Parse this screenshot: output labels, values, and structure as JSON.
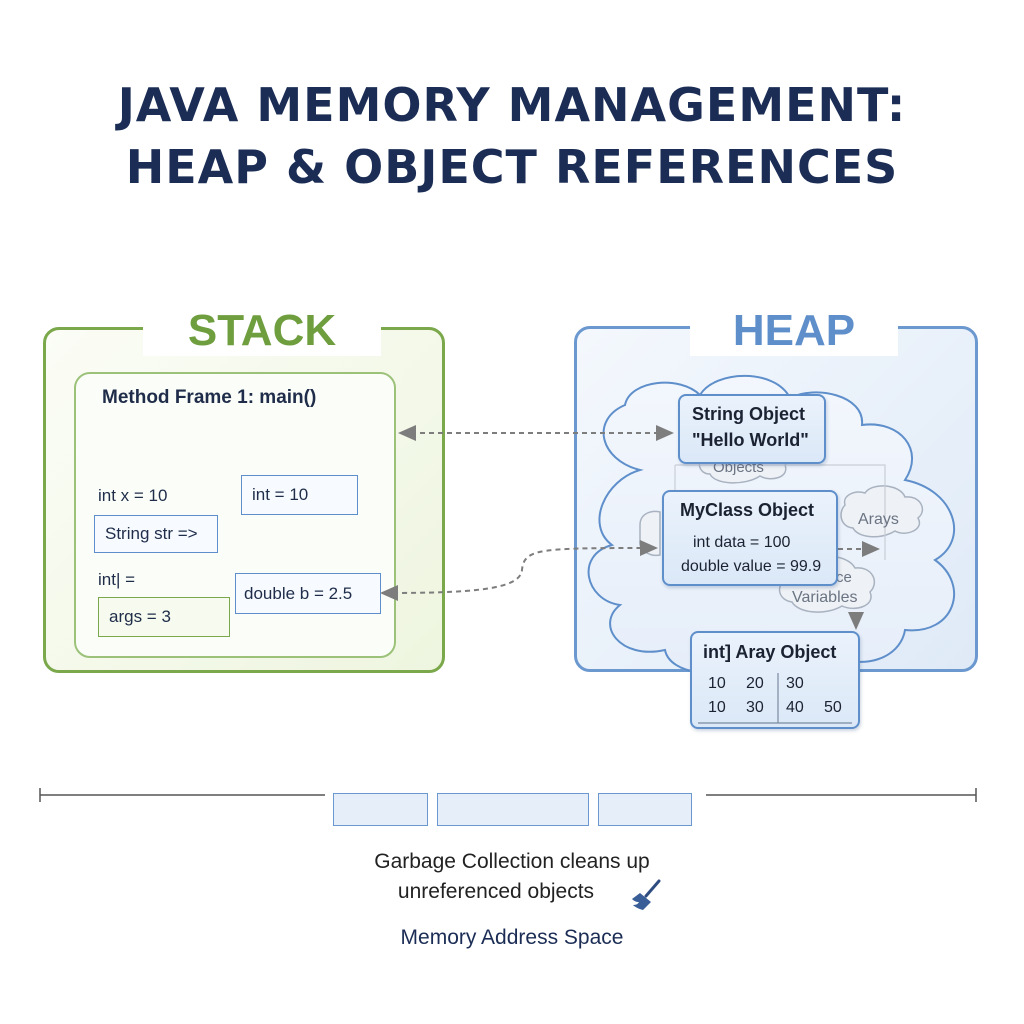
{
  "title": {
    "line1": "JAVA MEMORY MANAGEMENT:",
    "line2": "HEAP & OBJECT REFERENCES"
  },
  "stack": {
    "label": "STACK",
    "frame_title": "Method Frame 1: main()",
    "int_x": "int x = 10",
    "int_box": "int = 10",
    "string_str": "String str =>",
    "int_array_label": "int| =",
    "double_b": "double b = 2.5",
    "args": "args = 3"
  },
  "heap": {
    "label": "HEAP",
    "string_object": {
      "title": "String Object",
      "value": "\"Hello World\""
    },
    "objects_label": "Objects",
    "myclass_object": {
      "title": "MyClass Object",
      "field1": "int data = 100",
      "field2": "double value = 99.9"
    },
    "arrays_label": "Arays",
    "instance_variables_label": {
      "partial": "ce",
      "word": "Variables"
    },
    "array_object": {
      "title": "int] Aray Object",
      "row1": [
        "10",
        "20",
        "30"
      ],
      "row2": [
        "10",
        "30",
        "40",
        "50"
      ]
    }
  },
  "bottom": {
    "gc_line1": "Garbage Collection cleans up",
    "gc_line2": "unreferenced objects",
    "memory_address_space": "Memory Address Space"
  },
  "icons": {
    "gc": "broom-icon"
  },
  "colors": {
    "stack": "#7aa84a",
    "heap": "#6a98cf",
    "title": "#1b2d55"
  }
}
